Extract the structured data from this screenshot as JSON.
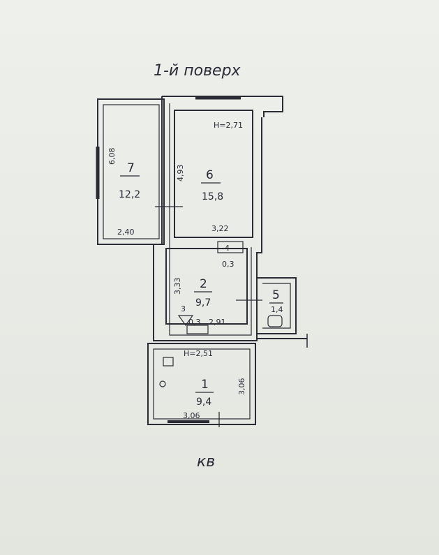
{
  "plan": {
    "title": "1-й поверх",
    "footer": "кв",
    "rooms": [
      {
        "id": "7",
        "area": "12,2",
        "dims": [
          "6,08",
          "2,40"
        ]
      },
      {
        "id": "6",
        "area": "15,8",
        "dims": [
          "4,93",
          "3,22"
        ],
        "height": "Н=2,71"
      },
      {
        "id": "4",
        "area": "0,3"
      },
      {
        "id": "2",
        "area": "9,7",
        "dims": [
          "3,33"
        ]
      },
      {
        "id": "3",
        "area": "0,3",
        "dims": [
          "2,91"
        ]
      },
      {
        "id": "5",
        "area": "1,4"
      },
      {
        "id": "1",
        "area": "9,4",
        "dims": [
          "3,06",
          "3,06"
        ],
        "height": "Н=2,51"
      }
    ]
  }
}
